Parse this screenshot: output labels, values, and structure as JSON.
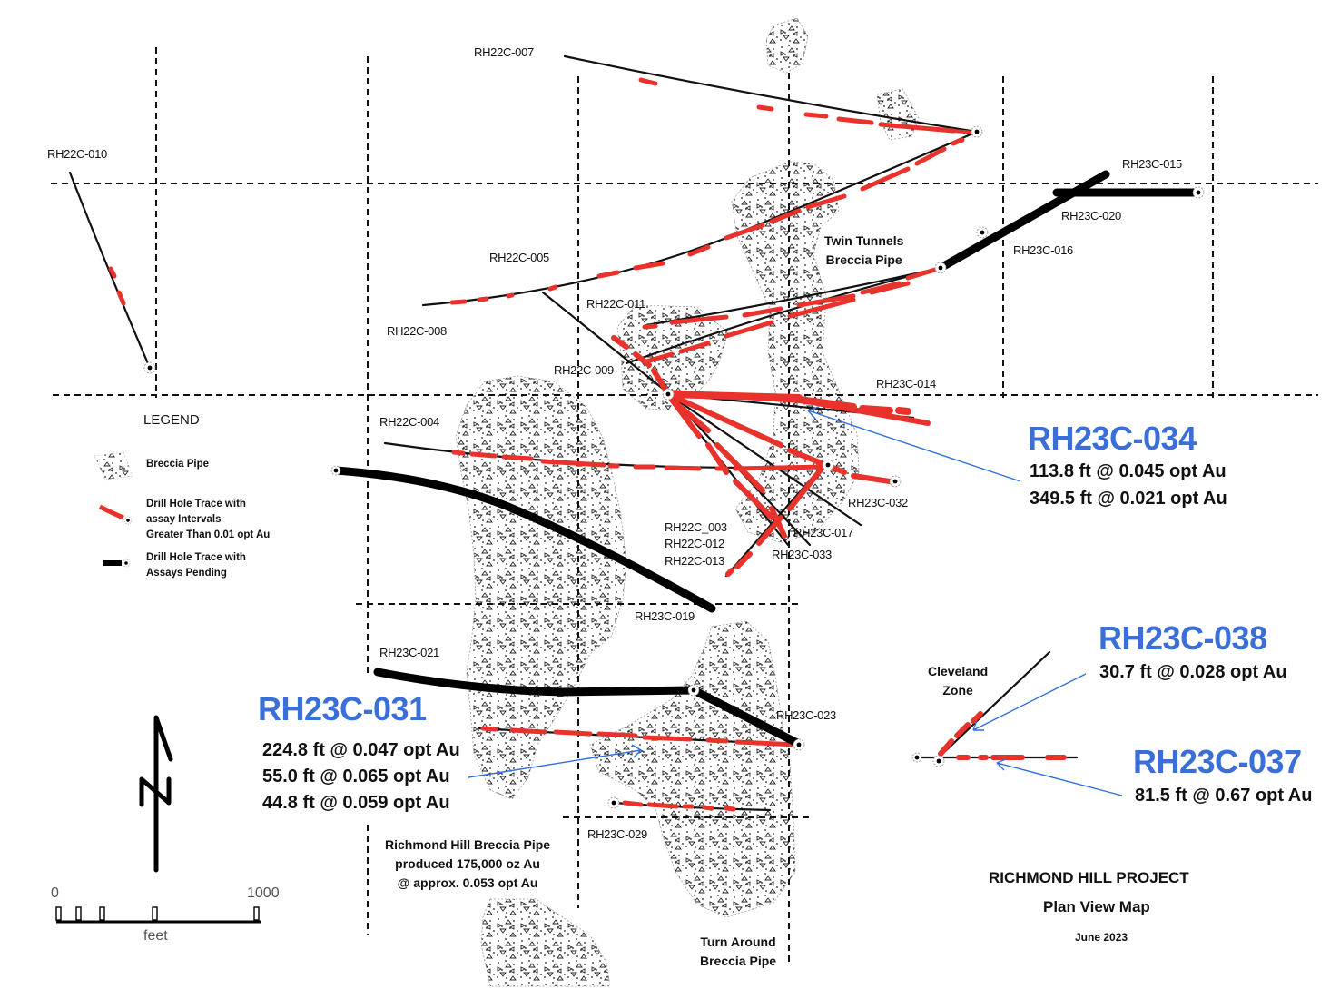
{
  "map": {
    "title": "RICHMOND HILL PROJECT",
    "subtitle": "Plan View Map",
    "date": "June 2023"
  },
  "legend": {
    "title": "LEGEND",
    "items": [
      {
        "symbol": "breccia-pattern",
        "label": "Breccia Pipe"
      },
      {
        "symbol": "red-trace",
        "label_lines": [
          "Drill Hole Trace with",
          "assay Intervals",
          "Greater Than 0.01 opt Au"
        ]
      },
      {
        "symbol": "black-trace",
        "label_lines": [
          "Drill Hole Trace with",
          "Assays Pending"
        ]
      }
    ]
  },
  "colors": {
    "assay_red": "#e8322b",
    "pending_black": "#000000",
    "callout_blue": "#3a6fd8",
    "arrow_blue": "#2f6fe0"
  },
  "scale_bar": {
    "start_label": "0",
    "end_label": "1000",
    "unit": "feet"
  },
  "north_arrow": {
    "icon": "north-arrow-icon",
    "label": "N"
  },
  "drill_holes": [
    {
      "id": "RH22C-007",
      "status": "assayed"
    },
    {
      "id": "RH22C-010",
      "status": "assayed"
    },
    {
      "id": "RH22C-005",
      "status": "assayed"
    },
    {
      "id": "RH22C-008",
      "status": "assayed"
    },
    {
      "id": "RH22C-011",
      "status": "assayed"
    },
    {
      "id": "RH22C-009",
      "status": "assayed"
    },
    {
      "id": "RH22C-004",
      "status": "assayed"
    },
    {
      "id": "RH23C-015",
      "status": "pending"
    },
    {
      "id": "RH23C-020",
      "status": "pending"
    },
    {
      "id": "RH23C-016",
      "status": "pending"
    },
    {
      "id": "RH23C-014",
      "status": "assayed"
    },
    {
      "id": "RH23C-032",
      "status": "assayed"
    },
    {
      "id": "RH23C-017",
      "status": "assayed"
    },
    {
      "id": "RH23C-033",
      "status": "assayed"
    },
    {
      "id": "RH22C_003",
      "status": "assayed"
    },
    {
      "id": "RH22C-012",
      "status": "assayed"
    },
    {
      "id": "RH22C-013",
      "status": "assayed"
    },
    {
      "id": "RH23C-019",
      "status": "pending"
    },
    {
      "id": "RH23C-021",
      "status": "pending"
    },
    {
      "id": "RH23C-023",
      "status": "pending"
    },
    {
      "id": "RH23C-029",
      "status": "assayed"
    }
  ],
  "pipes": {
    "twin_tunnels": [
      "Twin Tunnels",
      "Breccia Pipe"
    ],
    "richmond_hill": [
      "Richmond Hill Breccia Pipe",
      "produced 175,000 oz Au",
      "@ approx. 0.053 opt Au"
    ],
    "turn_around": [
      "Turn Around",
      "Breccia Pipe"
    ],
    "cleveland": [
      "Cleveland",
      "Zone"
    ]
  },
  "callouts": [
    {
      "hole": "RH23C-034",
      "intercepts": [
        "113.8 ft @ 0.045 opt Au",
        "349.5 ft @ 0.021 opt Au"
      ]
    },
    {
      "hole": "RH23C-038",
      "intercepts": [
        "30.7 ft @ 0.028 opt Au"
      ]
    },
    {
      "hole": "RH23C-037",
      "intercepts": [
        "81.5 ft @ 0.67 opt Au"
      ]
    },
    {
      "hole": "RH23C-031",
      "intercepts": [
        "224.8 ft @ 0.047 opt Au",
        "55.0 ft @ 0.065 opt Au",
        "44.8 ft @ 0.059 opt Au"
      ]
    }
  ]
}
